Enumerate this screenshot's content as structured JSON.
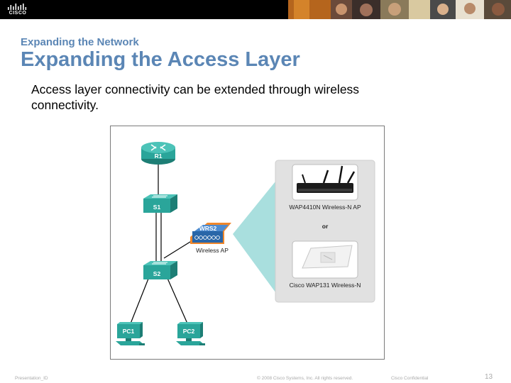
{
  "header": {
    "logo_text": "CISCO",
    "colors": {
      "bar": "#000000",
      "title": "#5b86b5"
    }
  },
  "slide": {
    "subtitle": "Expanding the Network",
    "title": "Expanding the Access Layer",
    "body": "Access layer connectivity can be extended through wireless connectivity."
  },
  "diagram": {
    "router_label": "R1",
    "switch1_label": "S1",
    "switch2_label": "S2",
    "wrs_label": "WRS2",
    "wireless_ap_label": "Wireless AP",
    "pc1_label": "PC1",
    "pc2_label": "PC2",
    "ap1_caption": "WAP4410N Wireless-N AP",
    "or_text": "or",
    "ap2_caption": "Cisco WAP131 Wireless-N",
    "colors": {
      "device_green": "#2aa59a",
      "wrs_blue": "#2966a8",
      "wrs_outline": "#f0862a",
      "callout": "#9ad9d8"
    }
  },
  "footer": {
    "presentation_id": "Presentation_ID",
    "copyright": "© 2008 Cisco Systems, Inc. All rights reserved.",
    "confidential": "Cisco Confidential",
    "page_number": "13"
  }
}
